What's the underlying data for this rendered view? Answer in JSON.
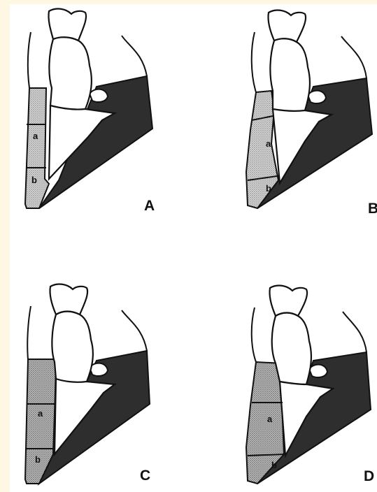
{
  "panels": [
    {
      "letter": "A",
      "region_a": "a",
      "region_b": "b"
    },
    {
      "letter": "B",
      "region_a": "a",
      "region_b": "b"
    },
    {
      "letter": "C",
      "region_a": "a",
      "region_b": "b"
    },
    {
      "letter": "D",
      "region_a": "a",
      "region_b": "b"
    }
  ],
  "colors": {
    "background": "#fdf7e3",
    "figure": "#ffffff",
    "ink": "#111111",
    "dark_region": "#2e2e2e",
    "stippled_region": "#c8c8c8"
  }
}
